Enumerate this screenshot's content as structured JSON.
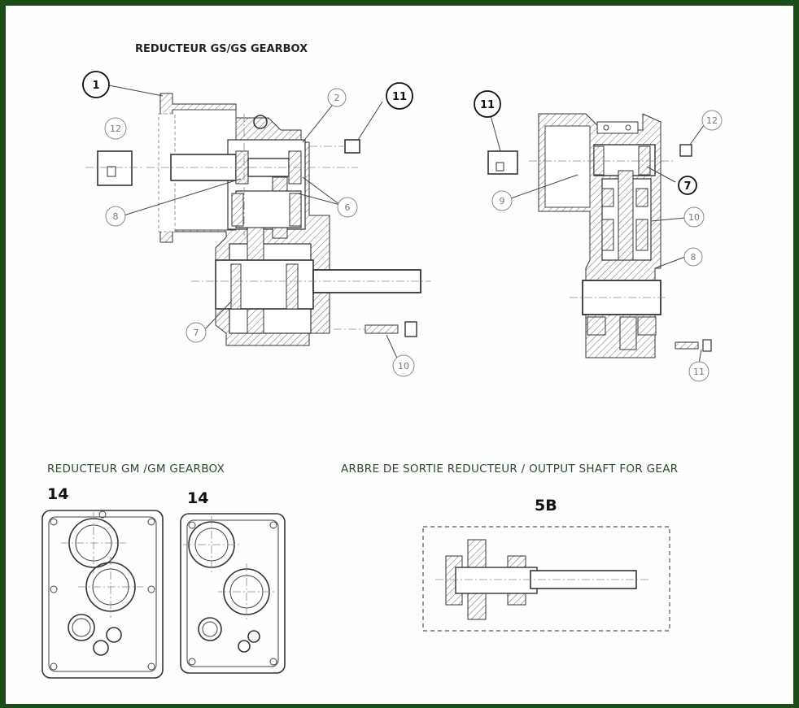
{
  "titles": {
    "gs": "REDUCTEUR GS/GS GEARBOX",
    "gm": "REDUCTEUR GM /GM GEARBOX",
    "shaft": "ARBRE DE SORTIE REDUCTEUR / OUTPUT SHAFT FOR GEAR"
  },
  "big_labels": {
    "gm_left": "14",
    "gm_right": "14",
    "shaft": "5B"
  },
  "callouts_left": {
    "c1": "1",
    "c2": "2",
    "c6": "6",
    "c7": "7",
    "c8": "8",
    "c10": "10",
    "c11": "11",
    "c12": "12"
  },
  "callouts_right": {
    "c7": "7",
    "c8": "8",
    "c9": "9",
    "c10": "10",
    "c11": "11",
    "c11b": "11",
    "c12": "12"
  },
  "colors": {
    "frame": "#1b4d16",
    "subtitle": "#2c4a2a",
    "line": "#333333"
  }
}
